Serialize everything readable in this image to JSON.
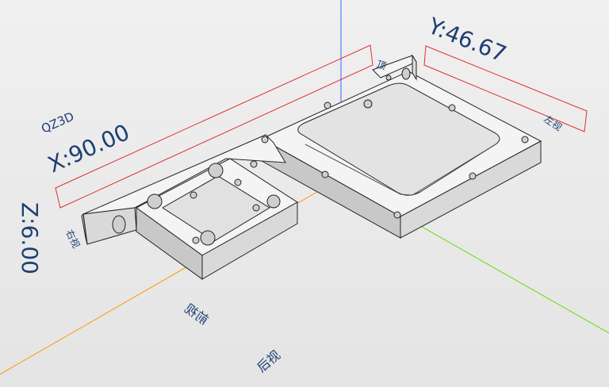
{
  "viewer": {
    "brand": "QZ3D",
    "dims": {
      "x": "X:90.00",
      "y": "Y:46.67",
      "z": "Z:6.00"
    },
    "view_labels": {
      "right": "右视",
      "front": "前视",
      "back": "后视",
      "left": "左视",
      "top": "顶"
    }
  },
  "axis_colors": {
    "x": "#ff9900",
    "y": "#66dd00",
    "z": "#3366ff",
    "bbox": "#e03030"
  }
}
